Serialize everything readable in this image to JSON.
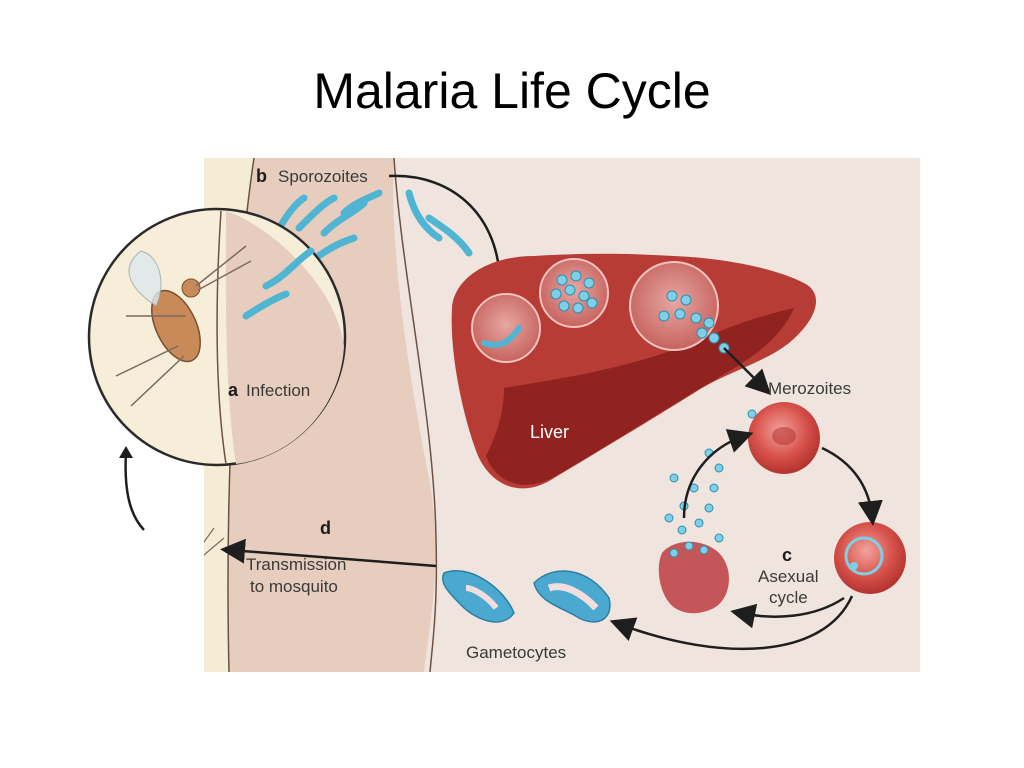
{
  "title": "Malaria Life Cycle",
  "labels": {
    "sporozoites_letter": "b",
    "sporozoites": "Sporozoites",
    "infection_letter": "a",
    "infection": "Infection",
    "liver": "Liver",
    "merozoites": "Merozoites",
    "asexual_letter": "c",
    "asexual_line1": "Asexual",
    "asexual_line2": "cycle",
    "transmission_letter": "d",
    "transmission_line1": "Transmission",
    "transmission_line2": "to mosquito",
    "gametocytes": "Gametocytes"
  },
  "colors": {
    "background": "#efe5de",
    "skin": "#e3cbbb",
    "liver": "#b53a35",
    "liver_dark": "#8e1f1e",
    "parasite": "#5fc3dd",
    "rbc": "#d95a52",
    "inset_bg": "#f7efd9"
  }
}
